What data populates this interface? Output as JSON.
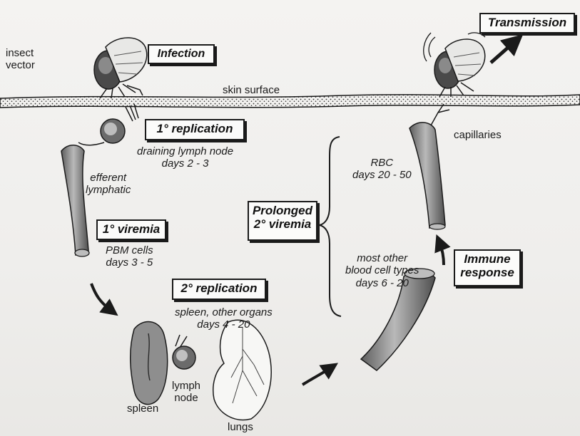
{
  "labels": {
    "insect_vector": "insect\nvector",
    "skin_surface": "skin surface",
    "draining_node": "draining lymph node\ndays 2 - 3",
    "efferent": "efferent\nlymphatic",
    "pbm": "PBM cells\ndays 3 - 5",
    "spleen_organs": "spleen, other organs\ndays 4 - 20",
    "spleen": "spleen",
    "lymph_node": "lymph\nnode",
    "lungs": "lungs",
    "rbc": "RBC\ndays 20 - 50",
    "most_other": "most other\nblood cell types\ndays 6 - 20",
    "capillaries": "capillaries"
  },
  "boxes": {
    "infection": "Infection",
    "transmission": "Transmission",
    "replication1": "1° replication",
    "viremia1": "1° viremia",
    "replication2": "2° replication",
    "prolonged": "Prolonged\n2° viremia",
    "immune": "Immune\nresponse"
  },
  "colors": {
    "ink": "#1a1a1a",
    "paper": "#f2f1ef",
    "vessel": "#8f8f8f"
  }
}
